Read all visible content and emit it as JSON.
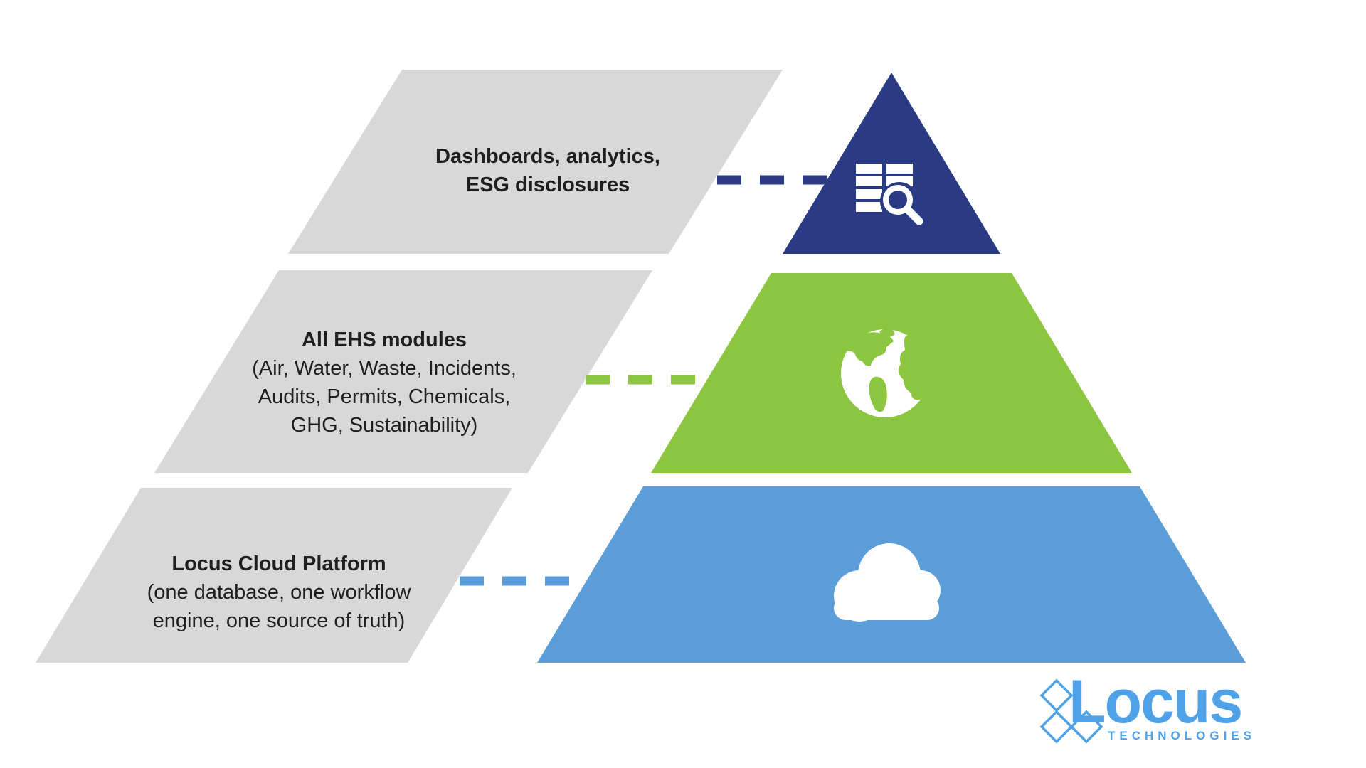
{
  "colors": {
    "gray": "#D8D8D8",
    "navy": "#2B3A84",
    "green": "#8CC540",
    "blue": "#5B9DD8",
    "logo_blue": "#4FA1E8",
    "text": "#1F1F1F",
    "white": "#FFFFFF"
  },
  "layers": [
    {
      "label_bold": [
        "Dashboards, analytics,",
        "ESG disclosures"
      ],
      "label_normal": [],
      "icon": "report-table-search-icon",
      "color_key": "navy"
    },
    {
      "label_bold": [
        "All EHS modules"
      ],
      "label_normal": [
        "(Air, Water, Waste, Incidents,",
        "Audits, Permits, Chemicals,",
        "GHG, Sustainability)"
      ],
      "icon": "globe-icon",
      "color_key": "green"
    },
    {
      "label_bold": [
        "Locus Cloud Platform"
      ],
      "label_normal": [
        "(one database, one workflow",
        "engine, one source of truth)"
      ],
      "icon": "cloud-icon",
      "color_key": "blue"
    }
  ],
  "logo": {
    "brand": "Locus",
    "subtext": "TECHNOLOGIES"
  }
}
